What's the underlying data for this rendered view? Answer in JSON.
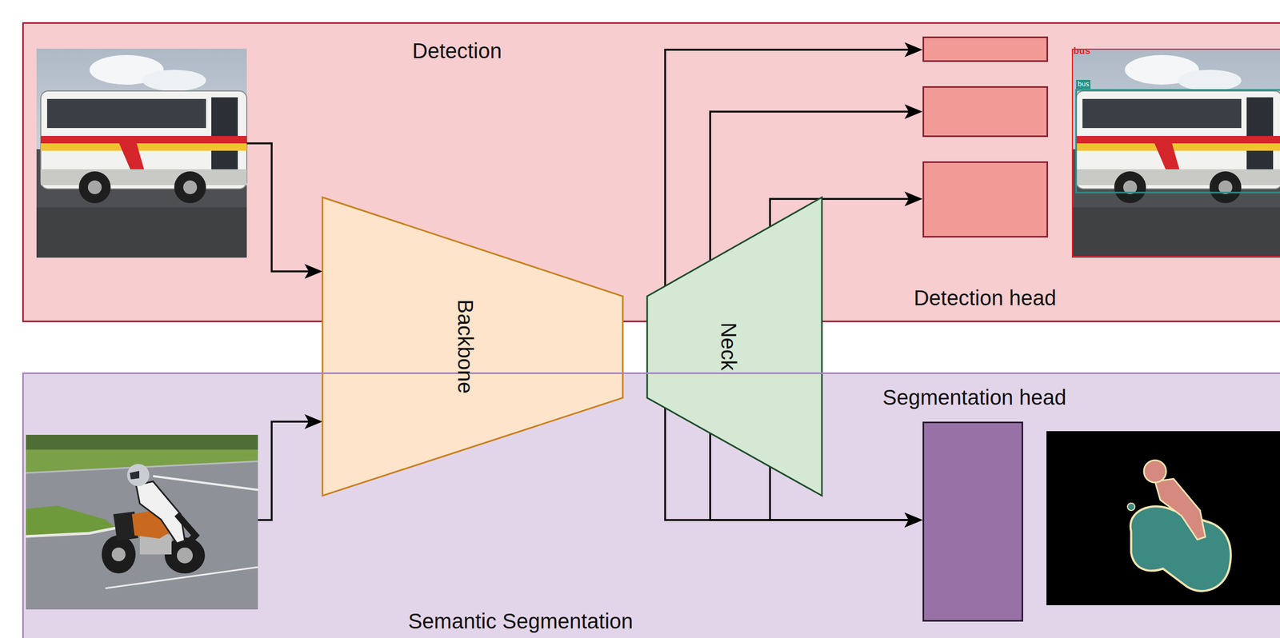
{
  "diagram": {
    "nodes": [
      {
        "text": [
          "Detection"
        ]
      },
      {
        "text": [
          "Detection head"
        ],
        "in": 0
      },
      {
        "text": [
          "Backbone"
        ]
      },
      {
        "text": [
          "Neck"
        ]
      },
      {
        "text": [
          "Semantic Segmentation"
        ]
      },
      {
        "text": [
          "Segmentation head"
        ],
        "in": 4
      }
    ],
    "edges": [
      {
        "from": 3,
        "to": 1,
        "arrow": "to"
      },
      {
        "from": 3,
        "to": 1,
        "arrow": "to"
      },
      {
        "from": 3,
        "to": 1,
        "arrow": "to"
      },
      {
        "from": 3,
        "to": 5,
        "arrow": "to"
      }
    ],
    "labels": [
      "bus",
      "bus"
    ]
  }
}
